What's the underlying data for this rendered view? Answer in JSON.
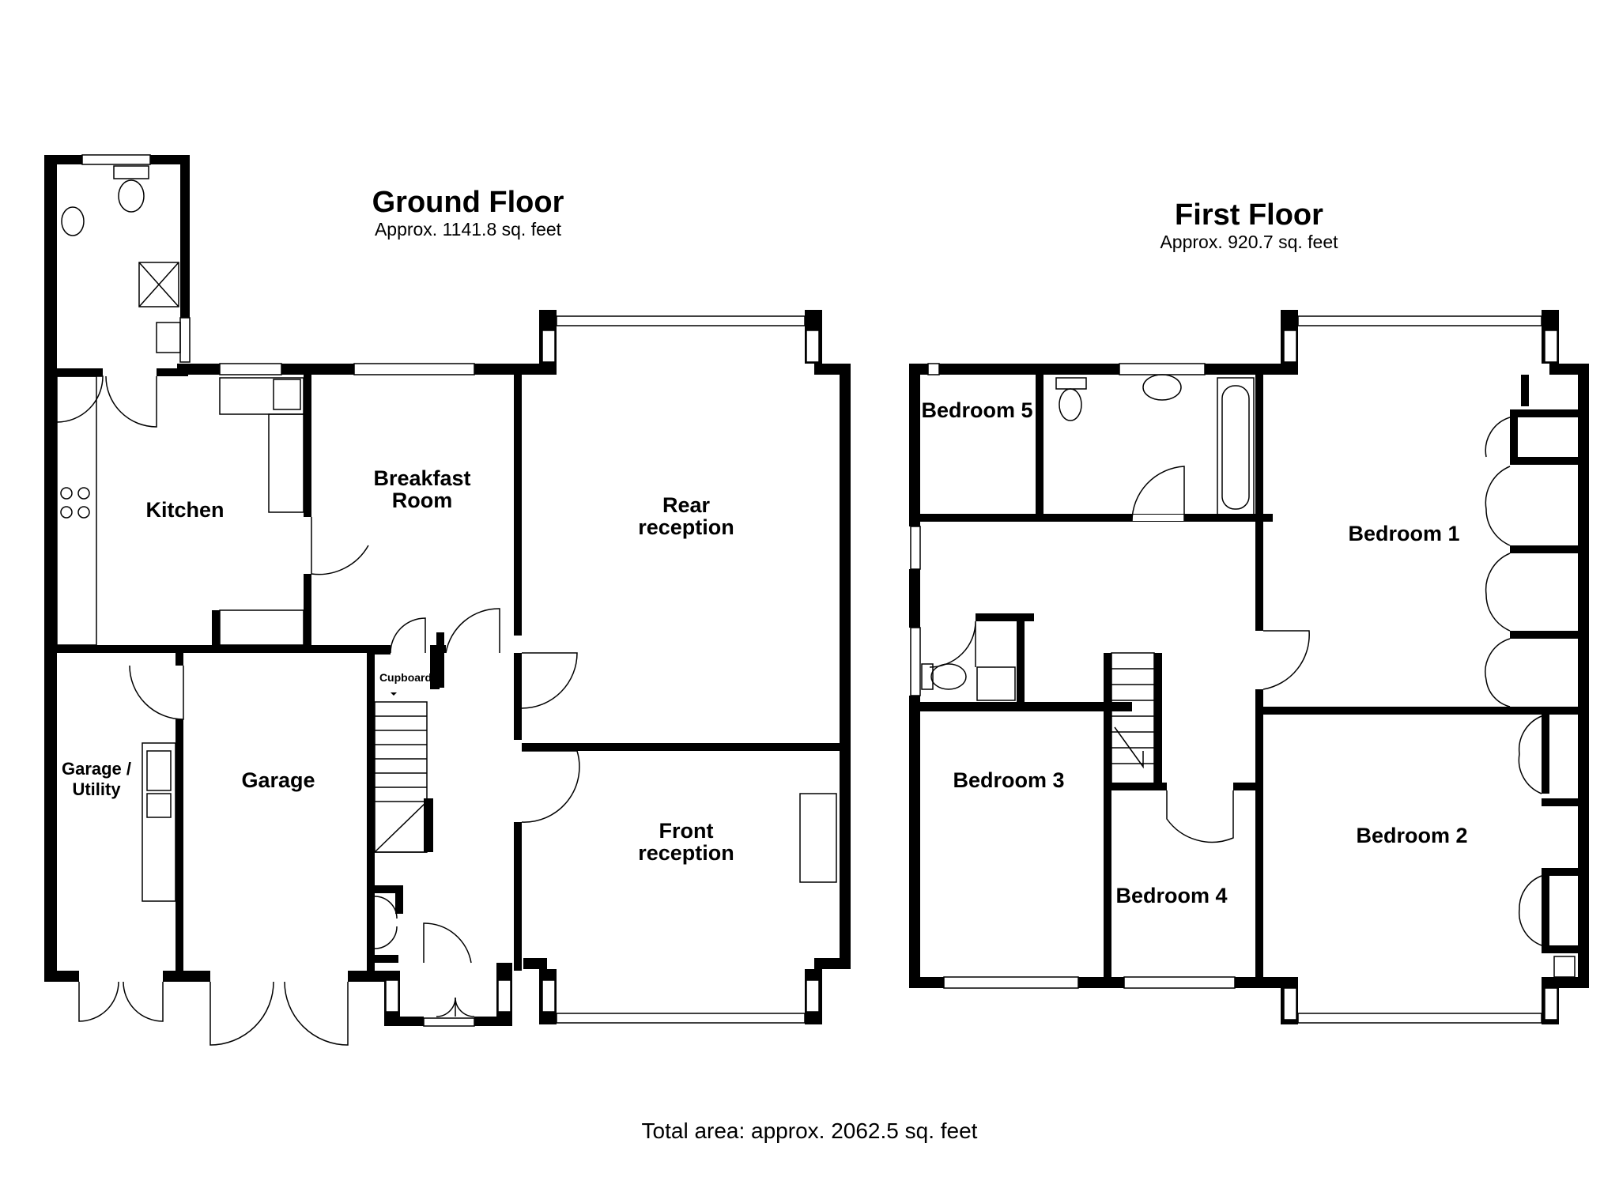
{
  "ground_floor": {
    "title": "Ground Floor",
    "area": "Approx. 1141.8 sq. feet",
    "rooms": {
      "kitchen": "Kitchen",
      "breakfast_line1": "Breakfast",
      "breakfast_line2": "Room",
      "rear_line1": "Rear",
      "rear_line2": "reception",
      "front_line1": "Front",
      "front_line2": "reception",
      "garage": "Garage",
      "utility_line1": "Garage /",
      "utility_line2": "Utility",
      "cupboard": "Cupboard"
    }
  },
  "first_floor": {
    "title": "First Floor",
    "area": "Approx. 920.7 sq. feet",
    "rooms": {
      "bedroom1": "Bedroom 1",
      "bedroom2": "Bedroom 2",
      "bedroom3": "Bedroom 3",
      "bedroom4": "Bedroom 4",
      "bedroom5": "Bedroom 5"
    }
  },
  "total_area": "Total area: approx. 2062.5 sq. feet"
}
